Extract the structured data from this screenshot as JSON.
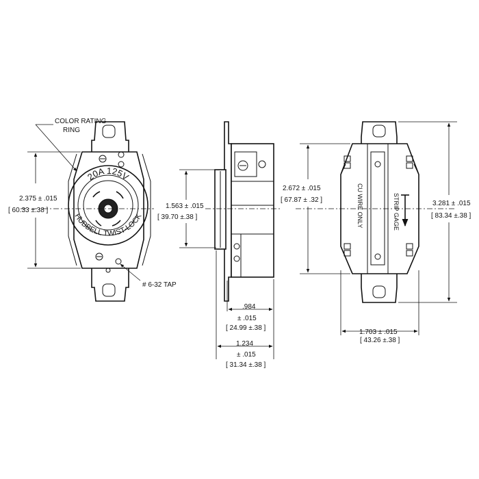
{
  "front_view": {
    "callout_color_rating": [
      "COLOR RATING",
      "RING"
    ],
    "ring_top_text": "20A 125V",
    "ring_bottom_text": "HUBBELL TWIST-LOCK",
    "callout_tap": "# 6-32 TAP",
    "dim_height": {
      "value": "2.375 ± .015",
      "metric": "[ 60.33 ±.38 ]"
    }
  },
  "side_view": {
    "dim_body_height": {
      "value": "1.563 ± .015",
      "metric": "[ 39.70 ±.38 ]"
    },
    "dim_depth_small": {
      "value": ".984",
      "tol": "± .015",
      "metric": "[ 24.99 ±.38 ]"
    },
    "dim_depth_total": {
      "value": "1.234",
      "tol": "± .015",
      "metric": "[ 31.34 ±.38 ]"
    }
  },
  "rear_view": {
    "label_wire": "CU WIRE ONLY",
    "label_strip": "STRIP GAGE",
    "dim_body_height": {
      "value": "2.672 ± .015",
      "metric": "[ 67.87 ± .32 ]"
    },
    "dim_total_height": {
      "value": "3.281 ± .015",
      "metric": "[ 83.34 ±.38 ]"
    },
    "dim_width": {
      "value": "1.703 ± .015",
      "metric": "[ 43.26 ±.38 ]"
    }
  }
}
